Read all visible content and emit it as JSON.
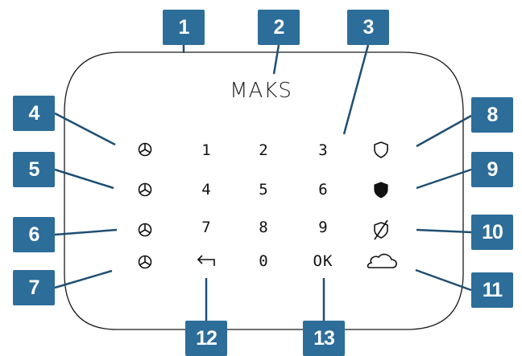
{
  "device": {
    "brand": "MAKS",
    "keys": {
      "k1": "1",
      "k2": "2",
      "k3": "3",
      "k4": "4",
      "k5": "5",
      "k6": "6",
      "k7": "7",
      "k8": "8",
      "k9": "9",
      "k0": "0",
      "ok": "OK"
    },
    "icons": {
      "zone1": "zone-status-icon",
      "zone2": "zone-status-icon",
      "zone3": "zone-status-icon",
      "zone4": "zone-status-icon",
      "armed": "shield-outline-icon",
      "night": "shield-filled-icon",
      "disarmed": "shield-crossed-icon",
      "cloud": "cloud-icon",
      "back": "back-arrow-icon"
    }
  },
  "callouts": [
    "1",
    "2",
    "3",
    "4",
    "5",
    "6",
    "7",
    "8",
    "9",
    "10",
    "11",
    "12",
    "13"
  ],
  "colors": {
    "callout_bg": "#2d6d99",
    "line": "#1f4f73",
    "outline": "#1a1a1a"
  }
}
